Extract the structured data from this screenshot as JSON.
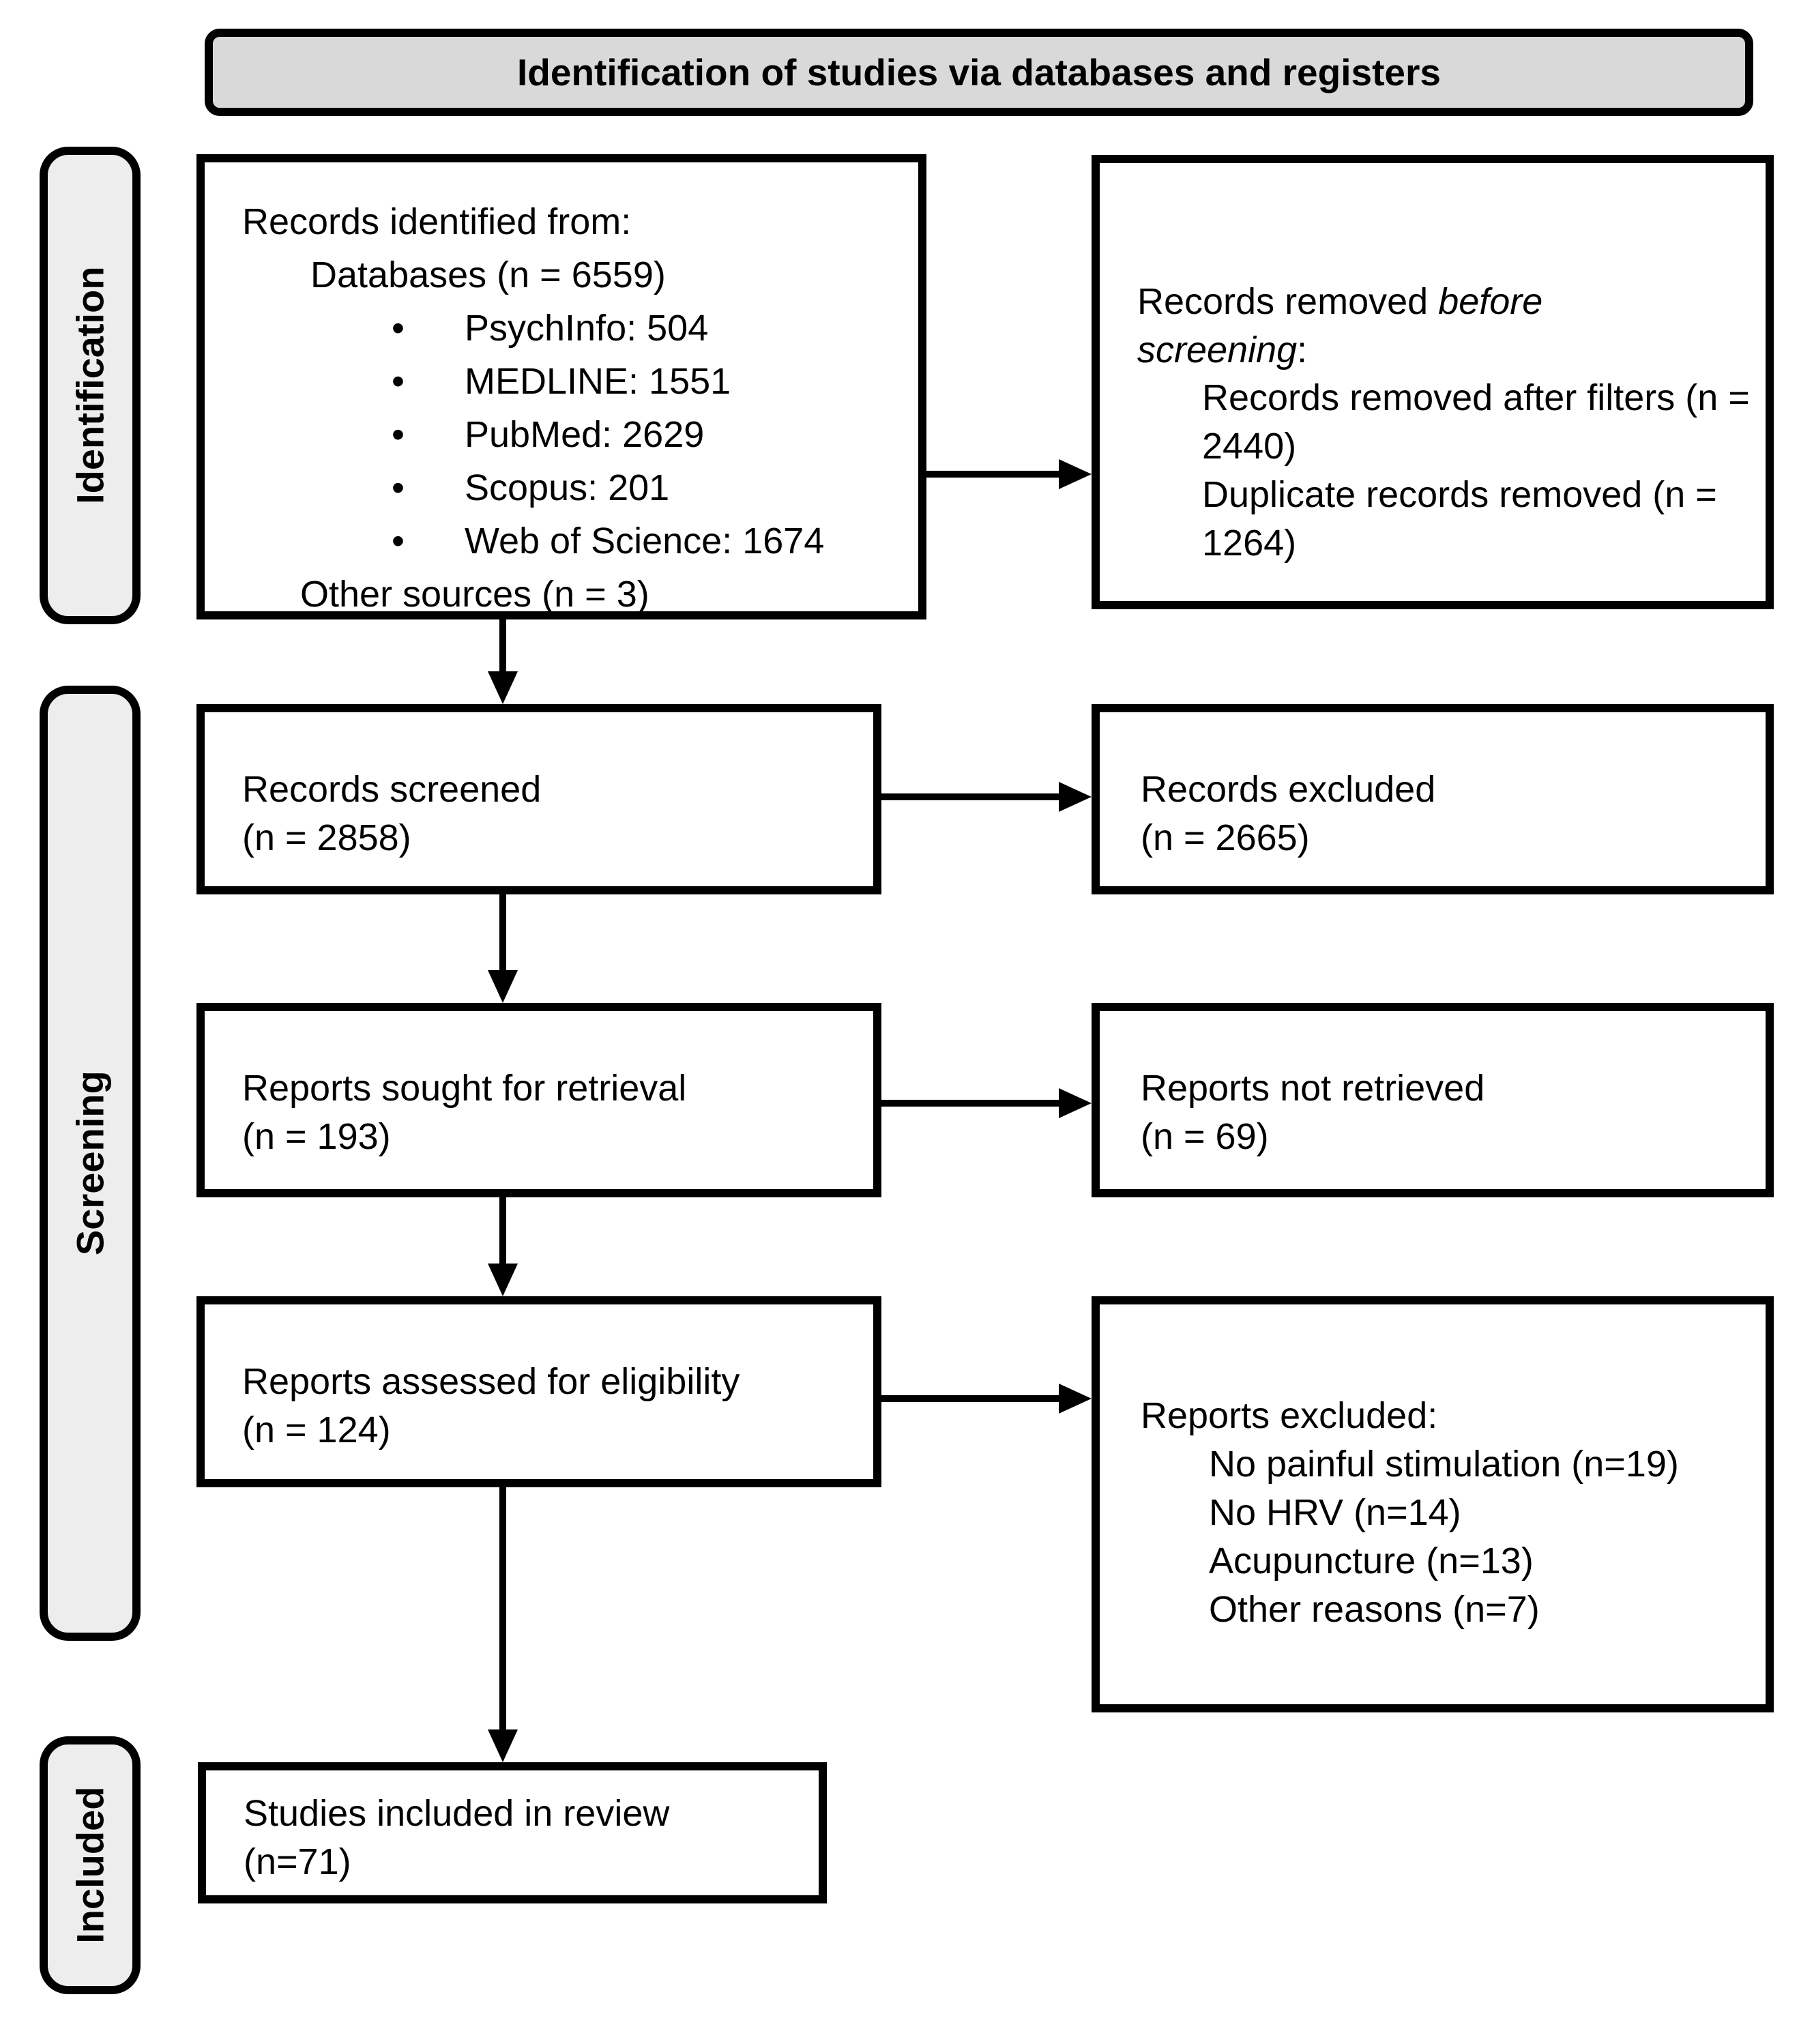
{
  "title": "Identification of studies via databases and registers",
  "stages": {
    "identification": "Identification",
    "screening": "Screening",
    "included": "Included"
  },
  "left_column": {
    "records_identified": {
      "line1": "Records identified from:",
      "line2": "Databases (n = 6559)",
      "bullet_glyph": "•",
      "bullets": [
        "PsychInfo: 504",
        "MEDLINE: 1551",
        "PubMed: 2629",
        "Scopus: 201",
        "Web of Science: 1674"
      ],
      "line3": "Other sources (n = 3)"
    },
    "records_screened": {
      "line1": "Records screened",
      "line2": "(n = 2858)"
    },
    "reports_sought": {
      "line1": "Reports sought for retrieval",
      "line2": "(n = 193)"
    },
    "reports_assessed": {
      "line1": "Reports assessed for eligibility",
      "line2": "(n = 124)"
    },
    "studies_included": {
      "line1": "Studies included in review",
      "line2": "(n=71)"
    }
  },
  "right_column": {
    "records_removed": {
      "lead": "Records removed ",
      "lead_italic": "before screening",
      "lead_suffix": ":",
      "items": [
        "Records removed after filters (n = 2440)",
        "Duplicate records removed (n = 1264)"
      ]
    },
    "records_excluded": {
      "line1": "Records excluded",
      "line2": "(n = 2665)"
    },
    "reports_not_retrieved": {
      "line1": "Reports not retrieved",
      "line2": "(n = 69)"
    },
    "reports_excluded": {
      "heading": "Reports excluded:",
      "reasons": [
        "No painful stimulation (n=19)",
        "No HRV (n=14)",
        "Acupuncture (n=13)",
        "Other reasons (n=7)"
      ]
    }
  }
}
